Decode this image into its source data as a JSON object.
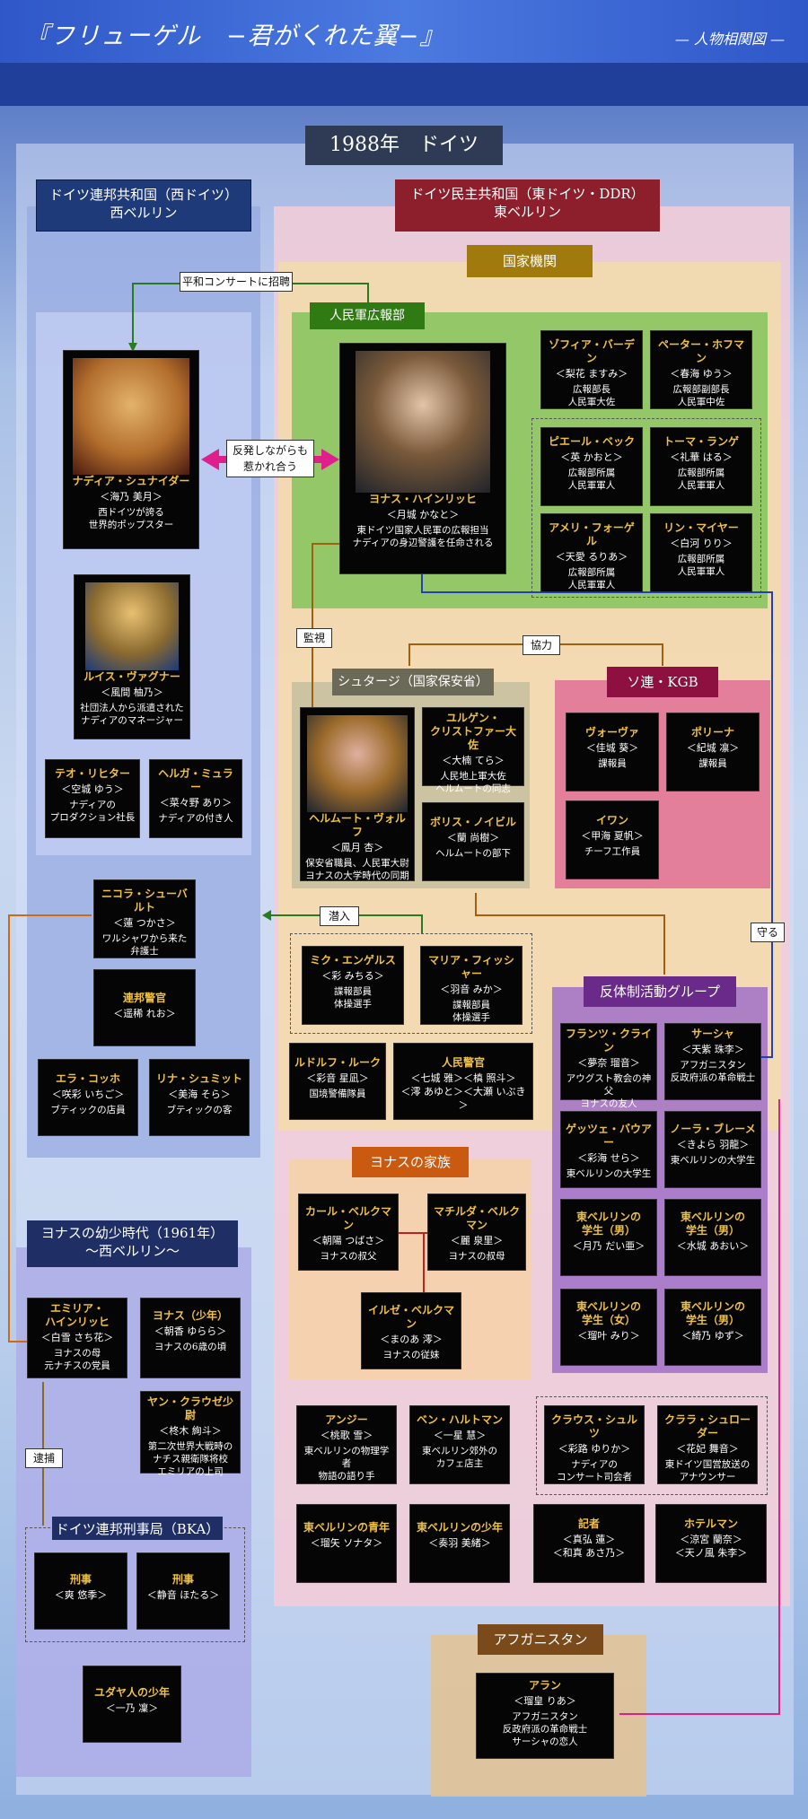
{
  "title": "『フリューゲル　−君がくれた翼−』",
  "subtitle": "— 人物相関図 —",
  "year": "1988年　ドイツ",
  "west": {
    "line1": "ドイツ連邦共和国（西ドイツ）",
    "line2": "西ベルリン"
  },
  "east": {
    "line1": "ドイツ民主共和国（東ドイツ・DDR）",
    "line2": "東ベルリン"
  },
  "sections": {
    "state": "国家機関",
    "army_pr": "人民軍広報部",
    "stasi": "シュタージ（国家保安省）",
    "kgb": "ソ連・KGB",
    "resistance": "反体制活動グループ",
    "family": "ヨナスの家族",
    "childhood_l1": "ヨナスの幼少時代（1961年）",
    "childhood_l2": "〜西ベルリン〜",
    "bka": "ドイツ連邦刑事局（BKA）",
    "afghanistan": "アフガニスタン"
  },
  "relations": {
    "concert": "平和コンサートに招聘",
    "attract_l1": "反発しながらも",
    "attract_l2": "惹かれ合う",
    "watch": "監視",
    "cooperate": "協力",
    "infiltrate": "潜入",
    "protect": "守る",
    "arrest": "逮捕"
  },
  "people": {
    "nadia": {
      "name": "ナディア・シュナイダー",
      "actor": "＜海乃 美月＞",
      "desc1": "西ドイツが誇る",
      "desc2": "世界的ポップスター"
    },
    "louis": {
      "name": "ルイス・ヴァグナー",
      "actor": "＜風間 柚乃＞",
      "desc1": "社団法人から派遣された",
      "desc2": "ナディアのマネージャー"
    },
    "theo": {
      "name": "テオ・リヒター",
      "actor": "＜空城 ゆう＞",
      "desc1": "ナディアの",
      "desc2": "プロダクション社長"
    },
    "helga": {
      "name": "ヘルガ・ミュラー",
      "actor": "＜菜々野 あり＞",
      "desc1": "ナディアの付き人"
    },
    "nicola": {
      "name": "ニコラ・シューバルト",
      "actor": "＜蓮 つかさ＞",
      "desc1": "ワルシャワから来た",
      "desc2": "弁護士"
    },
    "fedpolice": {
      "name": "連邦警官",
      "actor": "＜遥稀 れお＞"
    },
    "ella": {
      "name": "エラ・コッホ",
      "actor": "＜咲彩 いちご＞",
      "desc1": "ブティックの店員"
    },
    "rina": {
      "name": "リナ・シュミット",
      "actor": "＜美海 そら＞",
      "desc1": "ブティックの客"
    },
    "jonas": {
      "name": "ヨナス・ハインリッヒ",
      "actor": "＜月城 かなと＞",
      "desc1": "東ドイツ国家人民軍の広報担当",
      "desc2": "ナディアの身辺警護を任命される"
    },
    "sophia": {
      "name": "ゾフィア・バーデン",
      "actor": "＜梨花 ますみ＞",
      "desc1": "広報部長",
      "desc2": "人民軍大佐"
    },
    "peter": {
      "name": "ペーター・ホフマン",
      "actor": "＜春海 ゆう＞",
      "desc1": "広報部副部長",
      "desc2": "人民軍中佐"
    },
    "pierre": {
      "name": "ピエール・ベック",
      "actor": "＜英 かおと＞",
      "desc1": "広報部所属",
      "desc2": "人民軍軍人"
    },
    "thomas": {
      "name": "トーマ・ランゲ",
      "actor": "＜礼華 はる＞",
      "desc1": "広報部所属",
      "desc2": "人民軍軍人"
    },
    "amelie": {
      "name": "アメリ・フォーゲル",
      "actor": "＜天愛 るりあ＞",
      "desc1": "広報部所属",
      "desc2": "人民軍軍人"
    },
    "lin": {
      "name": "リン・マイヤー",
      "actor": "＜白河 りり＞",
      "desc1": "広報部所属",
      "desc2": "人民軍軍人"
    },
    "helmut": {
      "name": "ヘルムート・ヴォルフ",
      "actor": "＜鳳月 杏＞",
      "desc1": "保安省職員、人民軍大尉",
      "desc2": "ヨナスの大学時代の同期"
    },
    "jurgen": {
      "name_l1": "ユルゲン・",
      "name_l2": "クリストファー大佐",
      "actor": "＜大楠 てら＞",
      "desc1": "人民地上軍大佐",
      "desc2": "ヘルムートの同志"
    },
    "boris": {
      "name": "ボリス・ノイビル",
      "actor": "＜蘭 尚樹＞",
      "desc1": "ヘルムートの部下"
    },
    "vova": {
      "name": "ヴォーヴァ",
      "actor": "＜佳城 葵＞",
      "desc1": "課報員"
    },
    "polina": {
      "name": "ポリーナ",
      "actor": "＜紀城 凛＞",
      "desc1": "課報員"
    },
    "ivan": {
      "name": "イワン",
      "actor": "＜甲海 夏帆＞",
      "desc1": "チーフ工作員"
    },
    "miku": {
      "name": "ミク・エンゲルス",
      "actor": "＜彩 みちる＞",
      "desc1": "諜報部員",
      "desc2": "体操選手"
    },
    "maria": {
      "name": "マリア・フィッシャー",
      "actor": "＜羽音 みか＞",
      "desc1": "諜報部員",
      "desc2": "体操選手"
    },
    "rudolf": {
      "name": "ルドルフ・ルーク",
      "actor": "＜彩音 星凪＞",
      "desc1": "国境警備隊員"
    },
    "peoplepolice": {
      "name": "人民警官",
      "actor1": "＜七城 雅＞＜槙 照斗＞",
      "actor2": "＜澪 あゆと＞＜大瀬 いぶき＞"
    },
    "franz": {
      "name": "フランツ・クライン",
      "actor": "＜夢奈 瑠音＞",
      "desc1": "アウグスト教会の神父",
      "desc2": "ヨナスの友人"
    },
    "sasha": {
      "name": "サーシャ",
      "actor": "＜天紫 珠李＞",
      "desc1": "アフガニスタン",
      "desc2": "反政府派の革命戦士"
    },
    "goetze": {
      "name": "ゲッツェ・バウアー",
      "actor": "＜彩海 せら＞",
      "desc1": "東ベルリンの大学生"
    },
    "nora": {
      "name": "ノーラ・ブレーメ",
      "actor": "＜きよら 羽龍＞",
      "desc1": "東ベルリンの大学生"
    },
    "stu1": {
      "name_l1": "東ベルリンの",
      "name_l2": "学生（男）",
      "actor": "＜月乃 だい亜＞"
    },
    "stu2": {
      "name_l1": "東ベルリンの",
      "name_l2": "学生（男）",
      "actor": "＜水城 あおい＞"
    },
    "stu3": {
      "name_l1": "東ベルリンの",
      "name_l2": "学生（女）",
      "actor": "＜瑠叶 みり＞"
    },
    "stu4": {
      "name_l1": "東ベルリンの",
      "name_l2": "学生（男）",
      "actor": "＜綺乃 ゆず＞"
    },
    "karl": {
      "name": "カール・ベルクマン",
      "actor": "＜朝陽 つばさ＞",
      "desc1": "ヨナスの叔父"
    },
    "mathilde": {
      "name": "マチルダ・ベルクマン",
      "actor": "＜麗 泉里＞",
      "desc1": "ヨナスの叔母"
    },
    "ilse": {
      "name": "イルゼ・ベルクマン",
      "actor": "＜まのあ 澪＞",
      "desc1": "ヨナスの従妹"
    },
    "angie": {
      "name": "アンジー",
      "actor": "＜桃歌 雪＞",
      "desc1": "東ベルリンの物理学者",
      "desc2": "物語の語り手"
    },
    "ben": {
      "name": "ベン・ハルトマン",
      "actor": "＜一星 慧＞",
      "desc1": "東ベルリン郊外の",
      "desc2": "カフェ店主"
    },
    "klaus": {
      "name": "クラウス・シュルツ",
      "actor": "＜彩路 ゆりか＞",
      "desc1": "ナディアの",
      "desc2": "コンサート司会者"
    },
    "klara": {
      "name": "クララ・シュローダー",
      "actor": "＜花妃 舞音＞",
      "desc1": "東ドイツ国営放送の",
      "desc2": "アナウンサー"
    },
    "youth": {
      "name": "東ベルリンの青年",
      "actor": "＜瑠矢 ソナタ＞"
    },
    "boy": {
      "name": "東ベルリンの少年",
      "actor": "＜奏羽 美緒＞"
    },
    "reporter": {
      "name": "記者",
      "actor1": "＜真弘 蓮＞",
      "actor2": "＜和真 あさ乃＞"
    },
    "hotelman": {
      "name": "ホテルマン",
      "actor1": "＜涼宮 蘭奈＞",
      "actor2": "＜天ノ風 朱李＞"
    },
    "emilia": {
      "name_l1": "エミリア・",
      "name_l2": "ハインリッヒ",
      "actor": "＜白雪 さち花＞",
      "desc1": "ヨナスの母",
      "desc2": "元ナチスの党員"
    },
    "jonas_young": {
      "name": "ヨナス（少年）",
      "actor": "＜朝香 ゆらら＞",
      "desc1": "ヨナスの6歳の頃"
    },
    "jan": {
      "name": "ヤン・クラウゼ少尉",
      "actor": "＜柊木 絢斗＞",
      "desc1": "第二次世界大戦時の",
      "desc2": "ナチス親衛隊将校",
      "desc3": "エミリアの上司"
    },
    "det1": {
      "name": "刑事",
      "actor": "＜爽 悠季＞"
    },
    "det2": {
      "name": "刑事",
      "actor": "＜静音 ほたる＞"
    },
    "jewish_boy": {
      "name": "ユダヤ人の少年",
      "actor": "＜一乃 凜＞"
    },
    "alan": {
      "name": "アラン",
      "actor": "＜瑠皇 りあ＞",
      "desc1": "アフガニスタン",
      "desc2": "反政府派の革命戦士",
      "desc3": "サーシャの恋人"
    }
  },
  "colors": {
    "pink_arrow": "#e0208a",
    "blue_line": "#2040c0",
    "brown_line": "#a06010",
    "green_line": "#2a7a20"
  }
}
